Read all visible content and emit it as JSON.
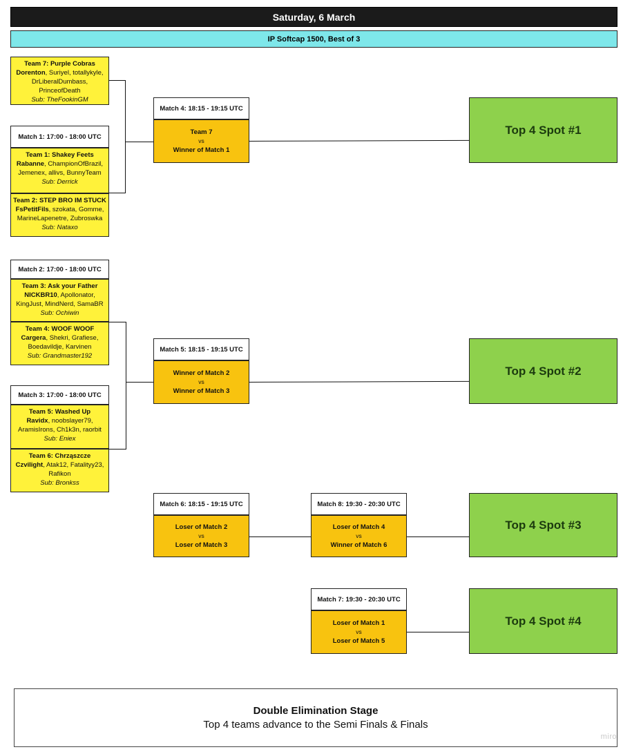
{
  "header": {
    "title": "Saturday, 6 March",
    "subtitle": "IP Softcap 1500, Best of 3"
  },
  "teams": {
    "team7": {
      "name": "Team 7: Purple Cobras",
      "captain": "Dorenton",
      "members": ", Suriyel, totallykyle, DrLiberalDumbass, PrinceofDeath",
      "sub": "Sub: TheFookinGM"
    },
    "team1": {
      "name": "Team 1: Shakey Feets",
      "captain": "Rabanne",
      "members": ", ChampionOfBrazil, Jemenex, allivs, BunnyTeam",
      "sub": "Sub: Derrick"
    },
    "team2": {
      "name": "Team 2: STEP BRO IM STUCK",
      "captain": "FsPetitFils",
      "members": ", szokata, Gomme, MarineLapenetre, Zubroswka",
      "sub": "Sub: Nataxo"
    },
    "team3": {
      "name": "Team 3: Ask your Father",
      "captain": "NICKBR10",
      "members": ", Apollonator, KingJust, MindNerd, SamaBR",
      "sub": "Sub: Ochiwin"
    },
    "team4": {
      "name": "Team 4: WOOF WOOF",
      "captain": "Cargera",
      "members": ", Shekri, Grafiese, Boedavildje, Karvinen",
      "sub": "Sub: Grandmaster192"
    },
    "team5": {
      "name": "Team 5: Washed Up",
      "captain": "Ravidx",
      "members": ", noobslayer79, AramisIrons, Ch1k3n, raorbit",
      "sub": "Sub: Eniex"
    },
    "team6": {
      "name": "Team 6: Chrząszcze",
      "captain": "Czvilight",
      "members": ", Atak12, Fatalityy23, Rafikon",
      "sub": "Sub: Bronkss"
    }
  },
  "matches": {
    "m1": {
      "label": "Match 1: 17:00 - 18:00 UTC"
    },
    "m2": {
      "label": "Match 2: 17:00 - 18:00 UTC"
    },
    "m3": {
      "label": "Match 3: 17:00 - 18:00 UTC"
    },
    "m4": {
      "label": "Match 4: 18:15 - 19:15 UTC",
      "a": "Team 7",
      "vs": "vs",
      "b": "Winner of Match 1"
    },
    "m5": {
      "label": "Match 5: 18:15 - 19:15 UTC",
      "a": "Winner of Match 2",
      "vs": "vs",
      "b": "Winner of Match 3"
    },
    "m6": {
      "label": "Match 6: 18:15 - 19:15 UTC",
      "a": "Loser of Match 2",
      "vs": "vs",
      "b": "Loser of Match 3"
    },
    "m7": {
      "label": "Match 7: 19:30 - 20:30 UTC",
      "a": "Loser of Match 1",
      "vs": "vs",
      "b": "Loser of Match 5"
    },
    "m8": {
      "label": "Match 8: 19:30 - 20:30 UTC",
      "a": "Loser of Match 4",
      "vs": "vs",
      "b": "Winner of Match 6"
    }
  },
  "spots": {
    "s1": "Top 4 Spot #1",
    "s2": "Top 4 Spot #2",
    "s3": "Top 4 Spot #3",
    "s4": "Top 4 Spot #4"
  },
  "footer": {
    "title": "Double Elimination Stage",
    "text": "Top 4 teams advance to the Semi Finals & Finals"
  },
  "watermark": "miro",
  "colors": {
    "header_bg": "#1b1b1b",
    "subheader_bg": "#7ee7ea",
    "team_card": "#fff23a",
    "match_body": "#f8c30f",
    "spot": "#8ed14c"
  }
}
